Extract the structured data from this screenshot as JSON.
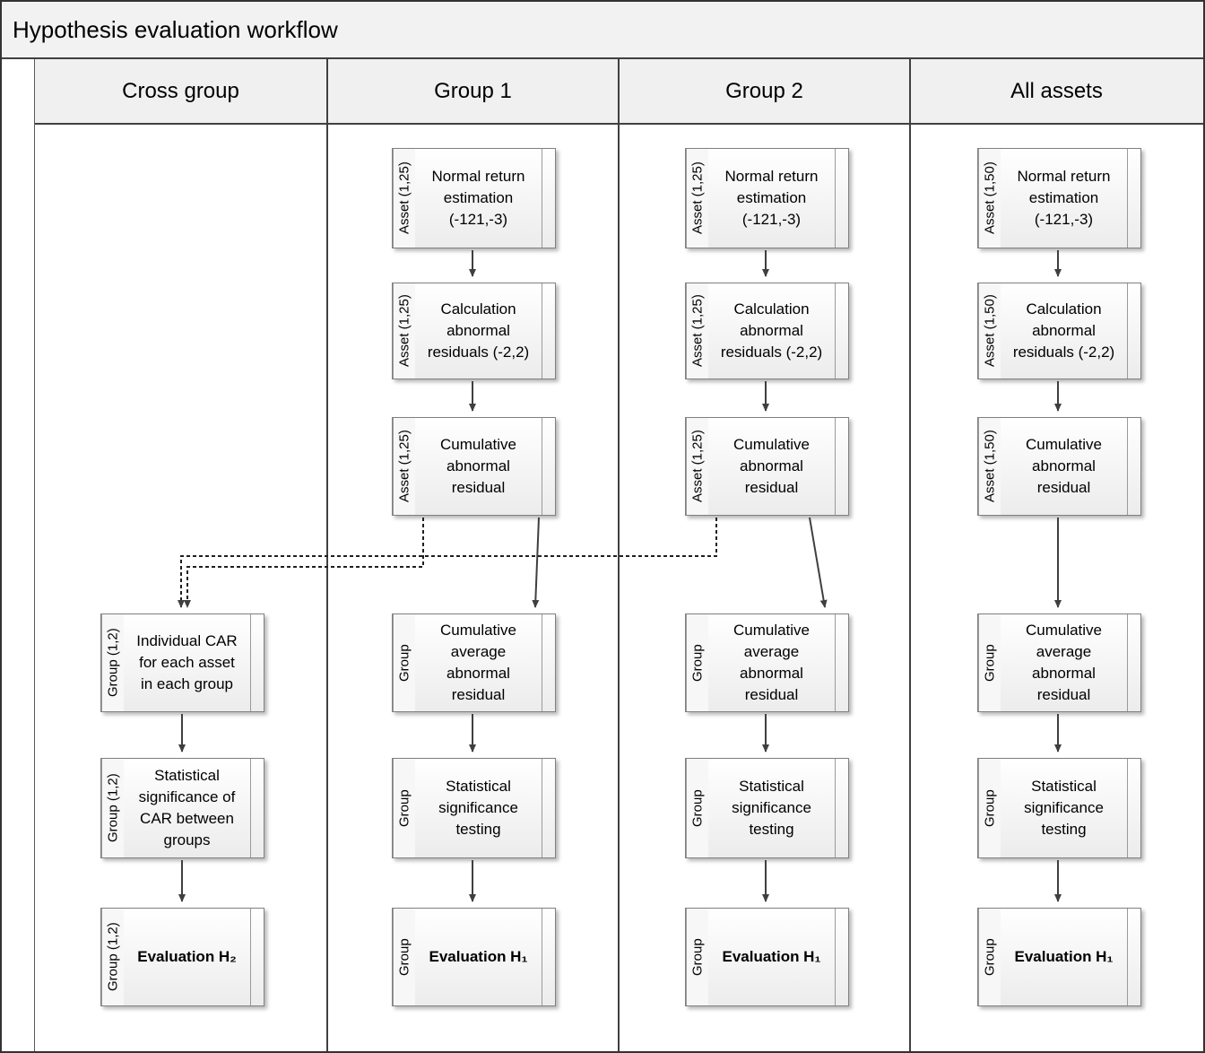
{
  "title": "Hypothesis evaluation workflow",
  "lanes": [
    {
      "header": "Cross group",
      "boxes": [
        {
          "side": "Group (1,2)",
          "label": "Individual CAR\nfor each asset\nin each group"
        },
        {
          "side": "Group (1,2)",
          "label": "Statistical\nsignificance of\nCAR between\ngroups"
        },
        {
          "side": "Group (1,2)",
          "label": "Evaluation H₂"
        }
      ]
    },
    {
      "header": "Group 1",
      "boxes": [
        {
          "side": "Asset (1,25)",
          "label": "Normal return\nestimation\n(-121,-3)"
        },
        {
          "side": "Asset (1,25)",
          "label": "Calculation\nabnormal\nresiduals (-2,2)"
        },
        {
          "side": "Asset (1,25)",
          "label": "Cumulative\nabnormal\nresidual"
        },
        {
          "side": "Group",
          "label": "Cumulative\naverage\nabnormal\nresidual"
        },
        {
          "side": "Group",
          "label": "Statistical\nsignificance\ntesting"
        },
        {
          "side": "Group",
          "label": "Evaluation H₁"
        }
      ]
    },
    {
      "header": "Group 2",
      "boxes": [
        {
          "side": "Asset (1,25)",
          "label": "Normal return\nestimation\n(-121,-3)"
        },
        {
          "side": "Asset (1,25)",
          "label": "Calculation\nabnormal\nresiduals (-2,2)"
        },
        {
          "side": "Asset (1,25)",
          "label": "Cumulative\nabnormal\nresidual"
        },
        {
          "side": "Group",
          "label": "Cumulative\naverage\nabnormal\nresidual"
        },
        {
          "side": "Group",
          "label": "Statistical\nsignificance\ntesting"
        },
        {
          "side": "Group",
          "label": "Evaluation H₁"
        }
      ]
    },
    {
      "header": "All assets",
      "boxes": [
        {
          "side": "Asset (1,50)",
          "label": "Normal return\nestimation\n(-121,-3)"
        },
        {
          "side": "Asset (1,50)",
          "label": "Calculation\nabnormal\nresiduals (-2,2)"
        },
        {
          "side": "Asset (1,50)",
          "label": "Cumulative\nabnormal\nresidual"
        },
        {
          "side": "Group",
          "label": "Cumulative\naverage\nabnormal\nresidual"
        },
        {
          "side": "Group",
          "label": "Statistical\nsignificance\ntesting"
        },
        {
          "side": "Group",
          "label": "Evaluation H₁"
        }
      ]
    }
  ]
}
